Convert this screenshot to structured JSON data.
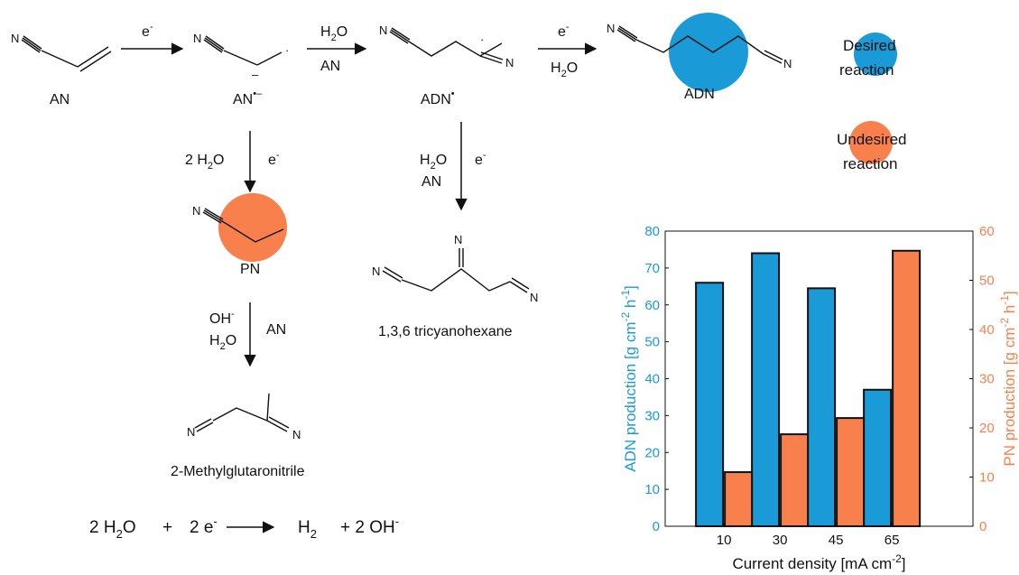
{
  "colors": {
    "desired": "#1a9ad6",
    "undesired": "#f7804d",
    "bar_left": "#1a9ad6",
    "bar_right": "#f7804d"
  },
  "species": {
    "an": "AN",
    "an_radical_anion": "AN",
    "an_charge": "•–",
    "adn_radical": "ADN",
    "adn_radical_dot": "•",
    "adn": "ADN",
    "pn": "PN",
    "tricyano": "1,3,6 tricyanohexane",
    "mgn": "2-Methylglutaronitrile"
  },
  "atoms": {
    "n": "N",
    "minus": "–",
    "dot": "·"
  },
  "conditions": {
    "e": "e",
    "e_sup": "-",
    "h2o_h": "H",
    "h2o_2": "2",
    "h2o_o": "O",
    "an": "AN",
    "two_h2o_prefix": "2 H",
    "oh": "OH"
  },
  "equation": {
    "part1": "2 H",
    "part1_sub": "2",
    "part1_o": "O",
    "plus1": "+",
    "part2": "2 e",
    "part2_sup": "-",
    "part3": "H",
    "part3_sub": "2",
    "plus2": "+ 2 OH",
    "plus2_sup": "-"
  },
  "legend": {
    "desired_line1": "Desired",
    "desired_line2": "reaction",
    "undesired_line1": "Undesired",
    "undesired_line2": "reaction"
  },
  "chart_data": {
    "type": "bar",
    "categories": [
      "10",
      "30",
      "45",
      "65"
    ],
    "series": [
      {
        "axis": "left",
        "values": [
          66,
          74,
          64.5,
          37
        ]
      },
      {
        "axis": "right",
        "values": [
          11,
          18.7,
          22,
          56
        ]
      }
    ],
    "ylim_left": [
      0,
      80
    ],
    "ylim_right": [
      0,
      60
    ],
    "yticks_left": [
      "0",
      "10",
      "20",
      "30",
      "40",
      "50",
      "60",
      "70",
      "80"
    ],
    "yticks_right": [
      "0",
      "10",
      "20",
      "30",
      "40",
      "50",
      "60"
    ],
    "ylabel_left": {
      "main": "ADN production [g cm",
      "sup1": "-2",
      "mid": " h",
      "sup2": "-1",
      "end": "]"
    },
    "ylabel_right": {
      "main": "PN production [g cm",
      "sup1": "-2",
      "mid": " h",
      "sup2": "-1",
      "end": "]"
    },
    "xlabel": {
      "main": "Current density [mA cm",
      "sup": "-2",
      "end": "]"
    }
  }
}
